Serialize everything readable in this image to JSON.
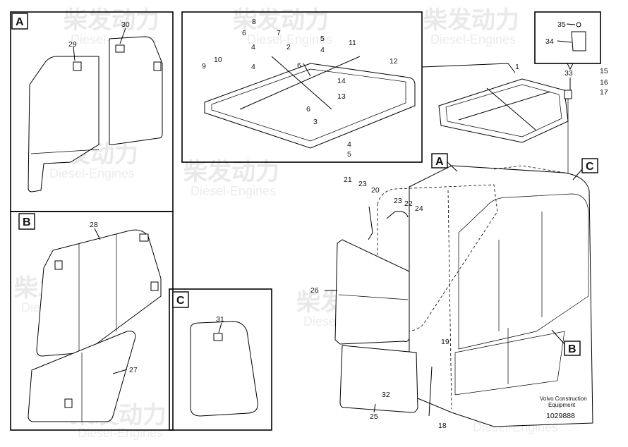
{
  "watermark": {
    "chinese": "柴发动力",
    "english": "Diesel-Engines"
  },
  "views": {
    "A": "A",
    "B": "B",
    "C": "C"
  },
  "callouts": {
    "c1": "1",
    "c2": "2",
    "c3": "3",
    "c4a": "4",
    "c4b": "4",
    "c4c": "4",
    "c4d": "4",
    "c5a": "5",
    "c5b": "5",
    "c6a": "6",
    "c6b": "6",
    "c6c": "6",
    "c7": "7",
    "c8": "8",
    "c9": "9",
    "c10": "10",
    "c11": "11",
    "c12": "12",
    "c13": "13",
    "c14": "14",
    "c15": "15",
    "c16": "16",
    "c17": "17",
    "c18": "18",
    "c19": "19",
    "c20": "20",
    "c21": "21",
    "c22": "22",
    "c23a": "23",
    "c23b": "23",
    "c24": "24",
    "c25": "25",
    "c26": "26",
    "c27": "27",
    "c28": "28",
    "c29": "29",
    "c30": "30",
    "c31": "31",
    "c32": "32",
    "c33": "33",
    "c34": "34",
    "c35": "35"
  },
  "footer": {
    "brand_line1": "Volvo Construction",
    "brand_line2": "Equipment",
    "doc_number": "1029888"
  }
}
